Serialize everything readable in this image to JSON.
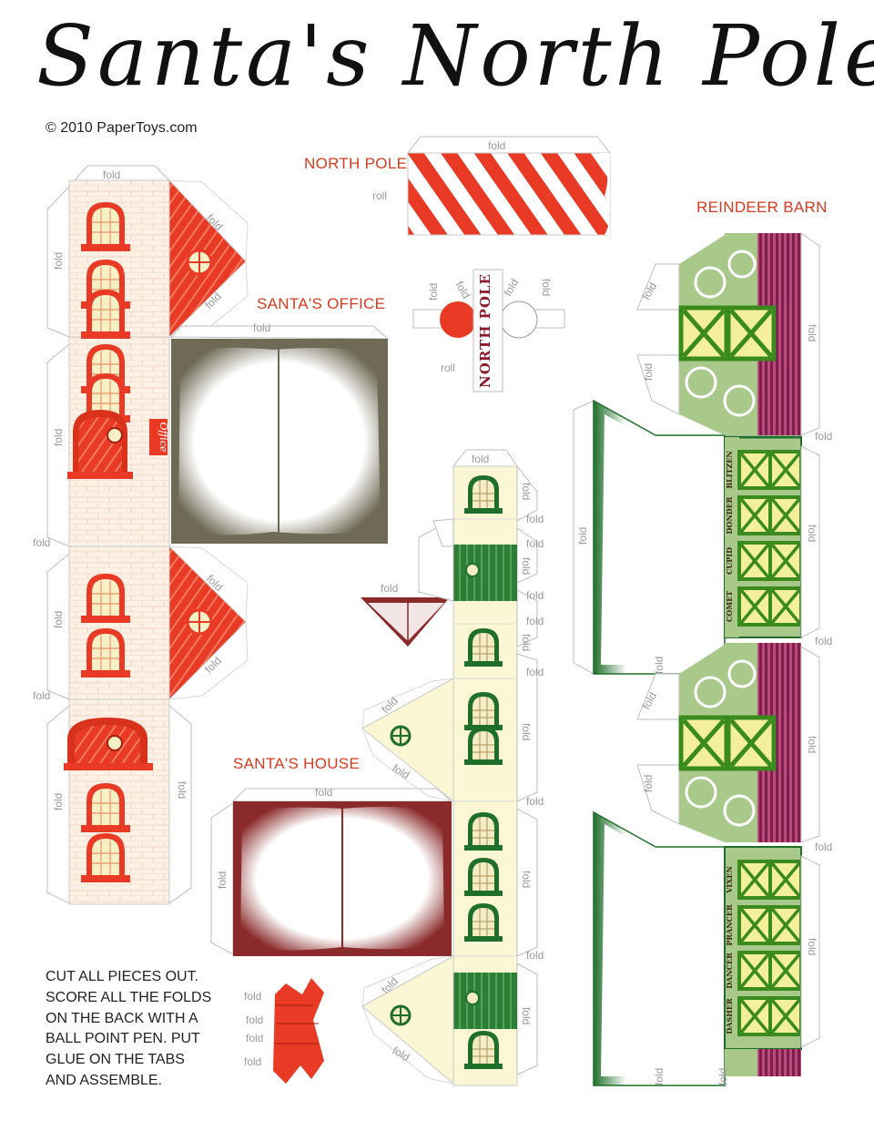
{
  "header": {
    "title": "Santa's North Pole",
    "copyright": "© 2010 PaperToys.com"
  },
  "sections": {
    "north_pole": "NORTH POLE",
    "santas_office": "SANTA'S OFFICE",
    "reindeer_barn": "REINDEER BARN",
    "santas_house": "SANTA'S HOUSE"
  },
  "labels": {
    "fold": "fold",
    "roll": "roll",
    "pole_sign": "NORTH POLE",
    "office_sign": "Office"
  },
  "reindeer_stalls": {
    "upper": [
      "BLITZEN",
      "DONDER",
      "CUPID",
      "COMET"
    ],
    "lower": [
      "VIXEN",
      "PRANCER",
      "DANCER",
      "DASHER"
    ]
  },
  "instructions": [
    "CUT ALL PIECES OUT.",
    "SCORE ALL THE FOLDS",
    "ON THE BACK WITH A",
    "BALL POINT PEN. PUT",
    "GLUE ON THE TABS",
    "AND ASSEMBLE."
  ],
  "colors": {
    "red": "#e83a24",
    "cream": "#fdf4e8",
    "pale_yellow": "#fbf7d4",
    "dark_green": "#1f6f2a",
    "barn_green": "#a9c98b",
    "maroon": "#8a1f52",
    "office_frame": "#6f6a55",
    "house_frame": "#8a2a2a"
  }
}
